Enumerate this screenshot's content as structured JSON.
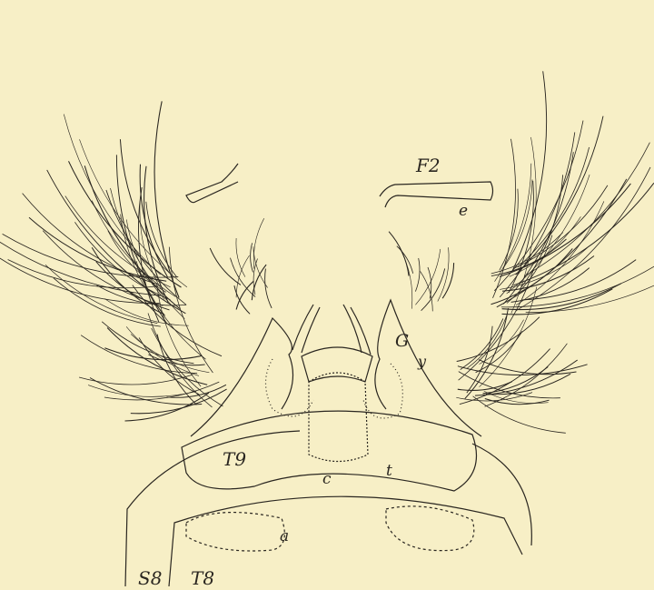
{
  "figure": {
    "background": "#f7efc6",
    "ink": "#2a2620",
    "labels": {
      "F2": "F2",
      "e": "e",
      "G": "G",
      "y": "y",
      "T9": "T9",
      "c": "c",
      "t": "t",
      "a": "a",
      "S8": "S8",
      "T8": "T8"
    }
  }
}
